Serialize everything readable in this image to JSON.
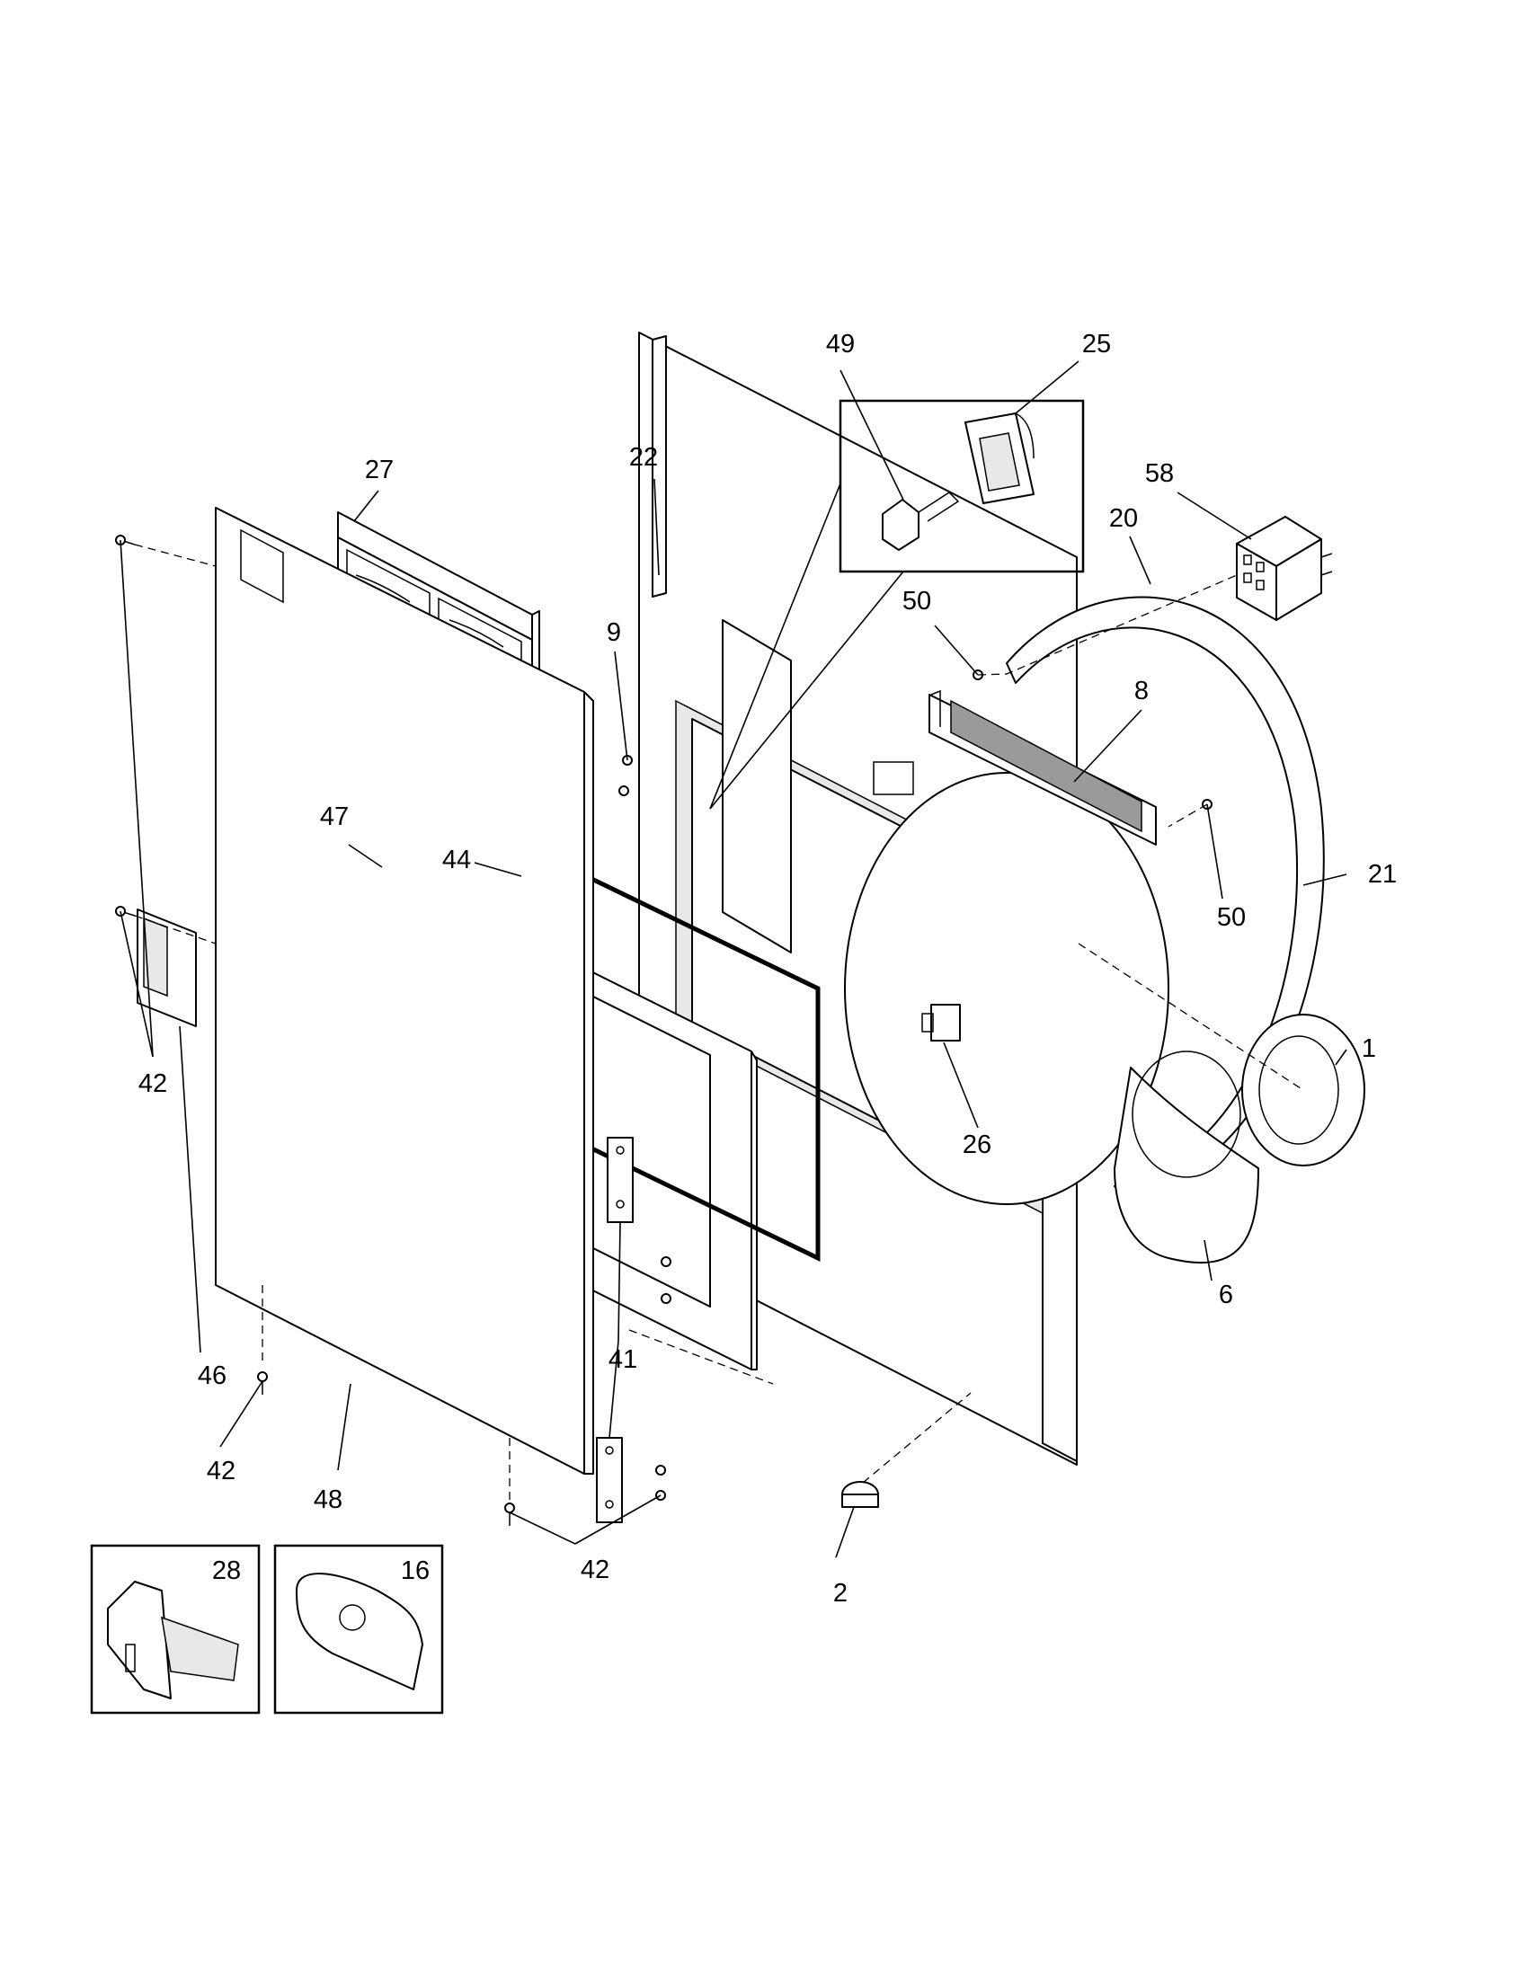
{
  "callouts": [
    {
      "id": "c49",
      "label": "49"
    },
    {
      "id": "c25",
      "label": "25"
    },
    {
      "id": "c22",
      "label": "22"
    },
    {
      "id": "c27",
      "label": "27"
    },
    {
      "id": "c58",
      "label": "58"
    },
    {
      "id": "c20",
      "label": "20"
    },
    {
      "id": "c9",
      "label": "9"
    },
    {
      "id": "c50a",
      "label": "50"
    },
    {
      "id": "c8",
      "label": "8"
    },
    {
      "id": "c47",
      "label": "47"
    },
    {
      "id": "c44",
      "label": "44"
    },
    {
      "id": "c50b",
      "label": "50"
    },
    {
      "id": "c21",
      "label": "21"
    },
    {
      "id": "c1",
      "label": "1"
    },
    {
      "id": "c42a",
      "label": "42"
    },
    {
      "id": "c26",
      "label": "26"
    },
    {
      "id": "c6",
      "label": "6"
    },
    {
      "id": "c46",
      "label": "46"
    },
    {
      "id": "c41",
      "label": "41"
    },
    {
      "id": "c42b",
      "label": "42"
    },
    {
      "id": "c48",
      "label": "48"
    },
    {
      "id": "c42c",
      "label": "42"
    },
    {
      "id": "c2",
      "label": "2"
    },
    {
      "id": "c28",
      "label": "28"
    },
    {
      "id": "c16",
      "label": "16"
    }
  ]
}
